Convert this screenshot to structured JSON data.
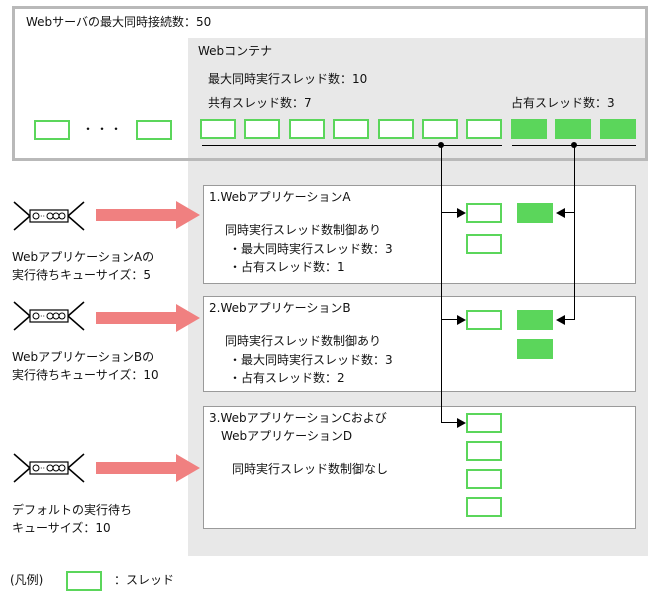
{
  "server_max": "Webサーバの最大同時接続数：50",
  "dots": "・・・",
  "container": {
    "title": "Webコンテナ",
    "max_threads": "最大同時実行スレッド数：10",
    "shared": "共有スレッド数：7",
    "exclusive": "占有スレッド数：3"
  },
  "app_a": {
    "title": "1.WebアプリケーションA",
    "control": "同時実行スレッド数制御あり",
    "max": "・最大同時実行スレッド数：3",
    "excl": "・占有スレッド数：1"
  },
  "app_b": {
    "title": "2.WebアプリケーションB",
    "control": "同時実行スレッド数制御あり",
    "max": "・最大同時実行スレッド数：3",
    "excl": "・占有スレッド数：2"
  },
  "app_c": {
    "title1": "3.WebアプリケーションCおよび",
    "title2": "WebアプリケーションD",
    "control": "同時実行スレッド数制御なし"
  },
  "queues": {
    "a1": "WebアプリケーションAの",
    "a2": "実行待ちキューサイズ：5",
    "b1": "WebアプリケーションBの",
    "b2": "実行待ちキューサイズ：10",
    "d1": "デフォルトの実行待ち",
    "d2": "キューサイズ：10"
  },
  "legend": {
    "prefix": "(凡例)",
    "label": "：スレッド"
  },
  "colors": {
    "thread": "#5bd65b",
    "arrow": "#f08080",
    "container": "#e8e8e8",
    "border": "#b9b9b9"
  }
}
